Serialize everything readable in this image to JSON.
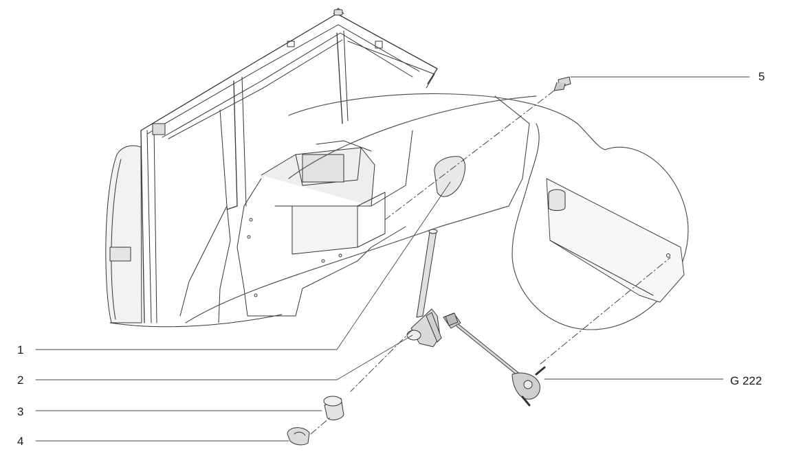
{
  "callouts": {
    "part_1": "1",
    "part_2": "2",
    "part_3": "3",
    "part_4": "4",
    "part_5": "5",
    "part_g222": "G 222"
  },
  "colors": {
    "line": "#333333",
    "fill": "#ececec",
    "fill_dark": "#d4d4d4",
    "background": "#ffffff"
  }
}
